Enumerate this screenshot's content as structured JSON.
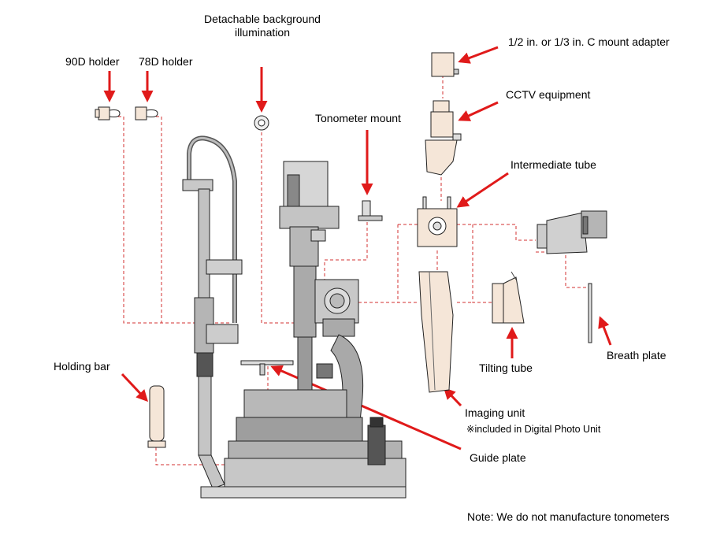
{
  "labels": {
    "detachable_bg": "Detachable background\nillumination",
    "holder_90d": "90D holder",
    "holder_78d": "78D holder",
    "c_mount": "1/2 in. or 1/3 in. C mount adapter",
    "cctv": "CCTV equipment",
    "tonometer_mount": "Tonometer mount",
    "intermediate_tube": "Intermediate tube",
    "holding_bar": "Holding bar",
    "tilting_tube": "Tilting tube",
    "breath_plate": "Breath plate",
    "imaging_unit": "Imaging unit",
    "imaging_unit_note": "※included in Digital Photo Unit",
    "guide_plate": "Guide plate",
    "note": "Note: We do not manufacture tonometers"
  },
  "colors": {
    "arrow": "#e01a1a",
    "dashed": "#d33030",
    "part_fill": "#f5e6d8",
    "body_fill": "#a8a8a8",
    "outline": "#222222"
  }
}
